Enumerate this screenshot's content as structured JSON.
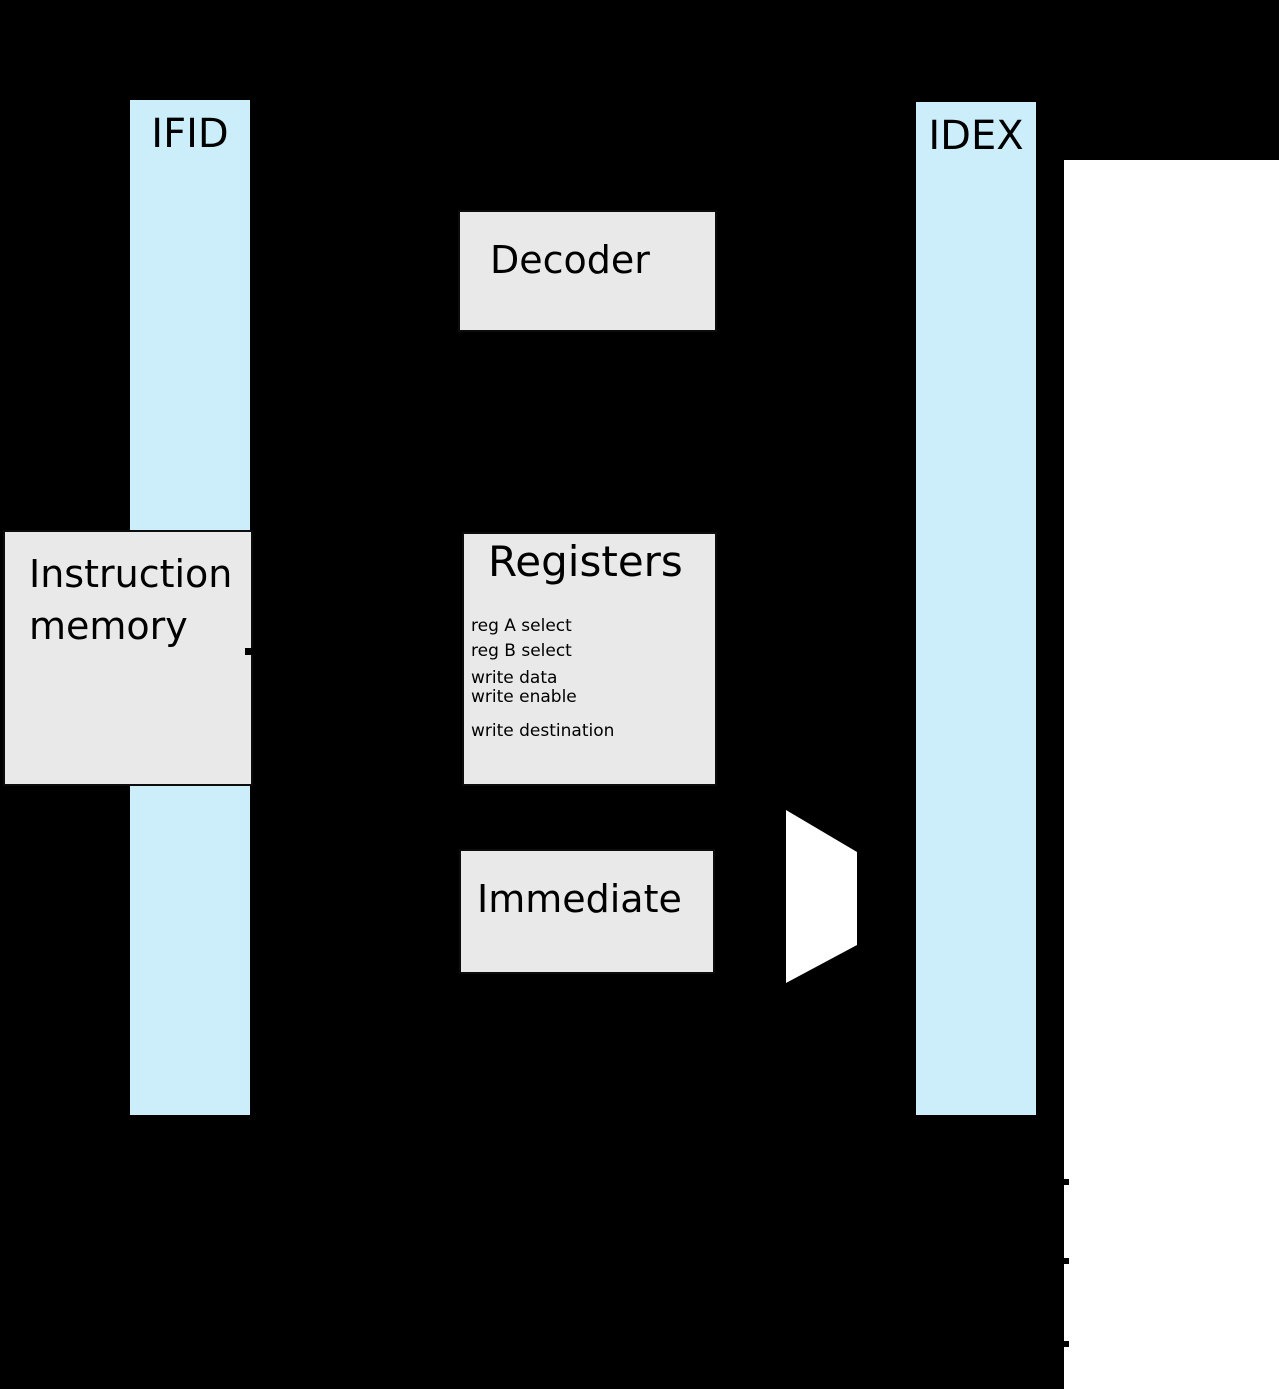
{
  "colors": {
    "background": "#000000",
    "panel_white": "#ffffff",
    "pipeline_register_fill": "#cceefb",
    "block_fill": "#e9e9e9",
    "border": "#000000",
    "text": "#000000",
    "mux_fill": "#ffffff"
  },
  "pipeline_registers": {
    "ifid": {
      "label": "IFID"
    },
    "idex": {
      "label": "IDEX"
    }
  },
  "blocks": {
    "instruction_memory": {
      "label_line1": "Instruction",
      "label_line2": "memory"
    },
    "decoder": {
      "label": "Decoder"
    },
    "registers": {
      "label": "Registers",
      "ports": [
        "reg A select",
        "reg B select",
        "write data",
        "write enable",
        "write destination"
      ]
    },
    "immediate": {
      "label": "Immediate"
    }
  }
}
